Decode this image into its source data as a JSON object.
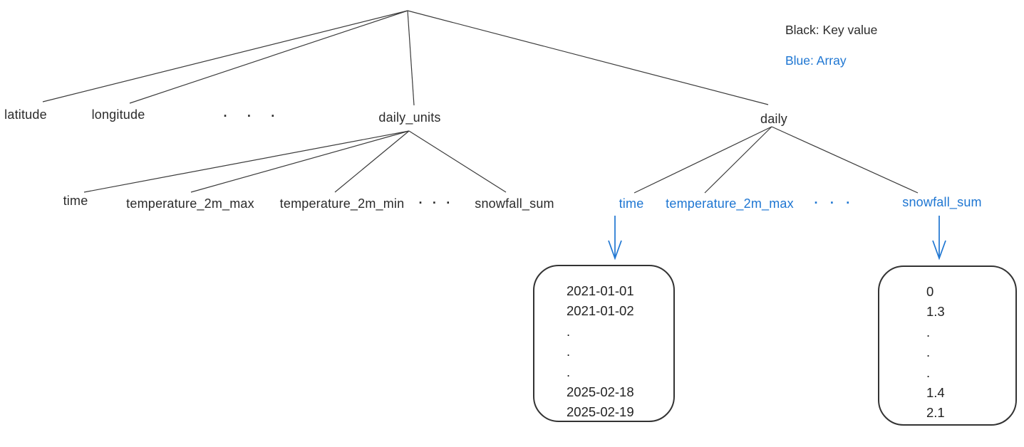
{
  "legend": {
    "black": "Black: Key value",
    "blue": "Blue: Array"
  },
  "colors": {
    "key_text": "#2b2b2b",
    "array_text": "#1e76d2",
    "edge": "#3b3b3b",
    "box_border": "#333333",
    "background": "#ffffff"
  },
  "root_keys": {
    "latitude": "latitude",
    "longitude": "longitude",
    "ellipsis": "· · ·",
    "daily_units": "daily_units",
    "daily": "daily"
  },
  "daily_units_keys": {
    "time": "time",
    "temperature_2m_max": "temperature_2m_max",
    "temperature_2m_min": "temperature_2m_min",
    "ellipsis": "· · ·",
    "snowfall_sum": "snowfall_sum"
  },
  "daily_arrays": {
    "time": "time",
    "temperature_2m_max": "temperature_2m_max",
    "ellipsis": "· · ·",
    "snowfall_sum": "snowfall_sum"
  },
  "time_array_values": [
    "2021-01-01",
    "2021-01-02",
    ".",
    ".",
    ".",
    "2025-02-18",
    "2025-02-19"
  ],
  "snowfall_array_values": [
    "0",
    "1.3",
    ".",
    ".",
    ".",
    "1.4",
    "2.1"
  ]
}
